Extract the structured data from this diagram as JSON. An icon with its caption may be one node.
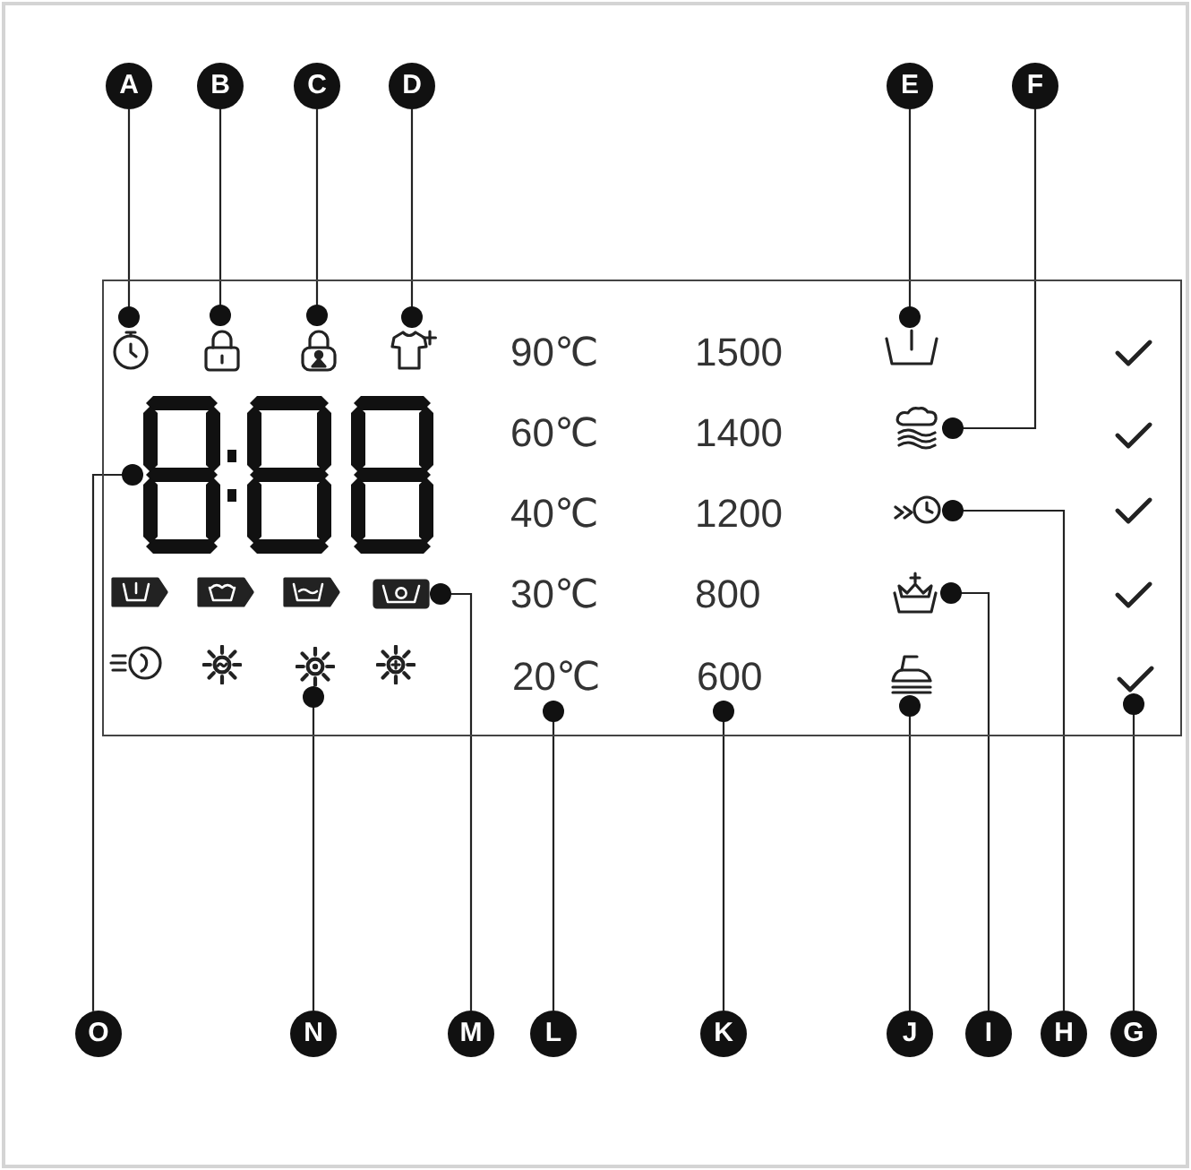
{
  "diagram": {
    "nodes": [
      {
        "text": [
          "A"
        ]
      },
      {
        "text": [
          "B"
        ]
      },
      {
        "text": [
          "C"
        ]
      },
      {
        "text": [
          "D"
        ]
      },
      {
        "text": [
          "E"
        ]
      },
      {
        "text": [
          "F"
        ]
      },
      {
        "text": [],
        "shape": "box"
      },
      {
        "text": [],
        "shape": "picture",
        "in": 6
      },
      {
        "text": [],
        "shape": "picture",
        "in": 6
      },
      {
        "text": [],
        "shape": "picture",
        "in": 6
      },
      {
        "text": [],
        "shape": "picture",
        "in": 6
      },
      {
        "text": [],
        "shape": "picture",
        "in": 6
      },
      {
        "text": [],
        "shape": "picture",
        "in": 6
      },
      {
        "text": [],
        "shape": "picture",
        "in": 6
      },
      {
        "text": [],
        "shape": "picture",
        "in": 6
      },
      {
        "text": [],
        "shape": "picture",
        "in": 6
      },
      {
        "text": [],
        "shape": "picture",
        "in": 6
      },
      {
        "text": [],
        "shape": "picture",
        "in": 6
      },
      {
        "text": [
          "20℃"
        ],
        "in": 6
      },
      {
        "text": [
          "600"
        ],
        "in": 6
      },
      {
        "text": [],
        "shape": "picture",
        "in": 6
      },
      {
        "text": [],
        "shape": "picture",
        "in": 6
      },
      {
        "text": [
          "O"
        ]
      },
      {
        "text": [
          "N"
        ]
      },
      {
        "text": [
          "M"
        ]
      },
      {
        "text": [
          "L"
        ]
      },
      {
        "text": [
          "K"
        ]
      },
      {
        "text": [
          "J"
        ]
      },
      {
        "text": [
          "I"
        ]
      },
      {
        "text": [
          "H"
        ]
      },
      {
        "text": [
          "G"
        ]
      }
    ],
    "edges": [
      {
        "from": 0,
        "to": 7,
        "arrow": "other"
      },
      {
        "from": 1,
        "to": 8,
        "arrow": "other"
      },
      {
        "from": 2,
        "to": 9,
        "arrow": "other"
      },
      {
        "from": 3,
        "to": 10,
        "arrow": "other"
      },
      {
        "from": 4,
        "to": 11,
        "arrow": "other"
      },
      {
        "from": 5,
        "to": 13,
        "arrow": "other"
      },
      {
        "from": 30,
        "to": 21,
        "arrow": "other"
      },
      {
        "from": 29,
        "to": 14,
        "arrow": "other"
      },
      {
        "from": 28,
        "to": 16,
        "arrow": "other"
      },
      {
        "from": 27,
        "to": 20,
        "arrow": "other"
      },
      {
        "from": 26,
        "to": 19,
        "arrow": "other"
      },
      {
        "from": 25,
        "to": 18,
        "arrow": "other"
      },
      {
        "from": 24,
        "to": 15,
        "arrow": "other"
      },
      {
        "from": 23,
        "to": 17,
        "arrow": "other"
      },
      {
        "from": 22,
        "to": 12,
        "arrow": "other"
      }
    ],
    "labels": [
      "90℃",
      "1500",
      "60℃",
      "1400",
      "40℃",
      "1200",
      "30℃",
      "800"
    ]
  }
}
